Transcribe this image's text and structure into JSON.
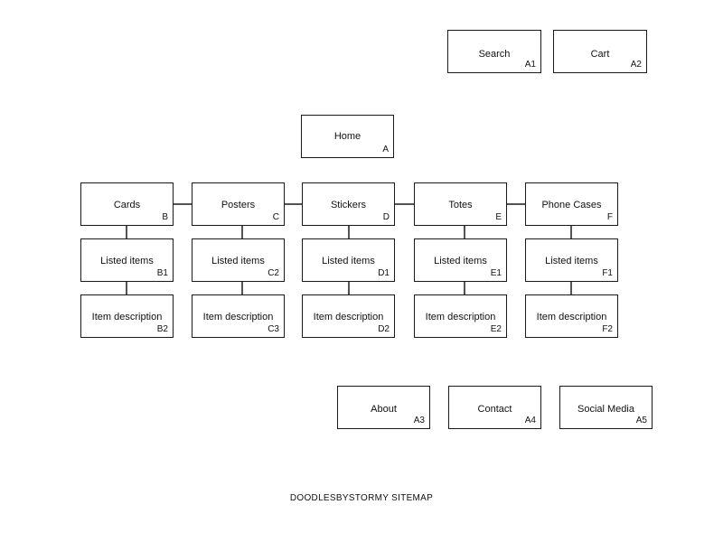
{
  "utility_nodes": [
    {
      "label": "Search",
      "code": "A1"
    },
    {
      "label": "Cart",
      "code": "A2"
    }
  ],
  "home": {
    "label": "Home",
    "code": "A"
  },
  "categories": [
    {
      "label": "Cards",
      "code": "B",
      "listed": {
        "label": "Listed items",
        "code": "B1"
      },
      "detail": {
        "label": "Item description",
        "code": "B2"
      }
    },
    {
      "label": "Posters",
      "code": "C",
      "listed": {
        "label": "Listed items",
        "code": "C2"
      },
      "detail": {
        "label": "Item description",
        "code": "C3"
      }
    },
    {
      "label": "Stickers",
      "code": "D",
      "listed": {
        "label": "Listed items",
        "code": "D1"
      },
      "detail": {
        "label": "Item description",
        "code": "D2"
      }
    },
    {
      "label": "Totes",
      "code": "E",
      "listed": {
        "label": "Listed items",
        "code": "E1"
      },
      "detail": {
        "label": "Item description",
        "code": "E2"
      }
    },
    {
      "label": "Phone Cases",
      "code": "F",
      "listed": {
        "label": "Listed items",
        "code": "F1"
      },
      "detail": {
        "label": "Item description",
        "code": "F2"
      }
    }
  ],
  "footer_nodes": [
    {
      "label": "About",
      "code": "A3"
    },
    {
      "label": "Contact",
      "code": "A4"
    },
    {
      "label": "Social Media",
      "code": "A5"
    }
  ],
  "title": "DOODLESBYSTORMY SITEMAP"
}
